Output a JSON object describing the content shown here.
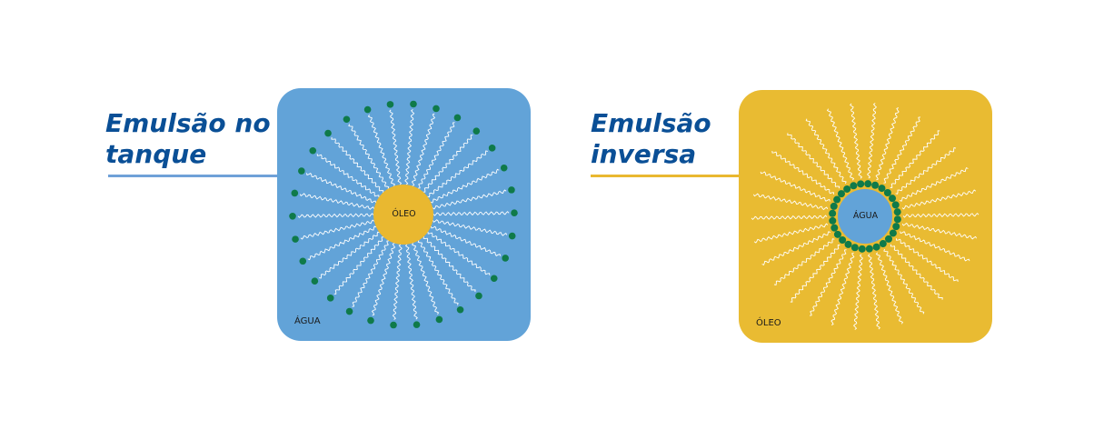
{
  "left": {
    "title_line1": "Emulsão no",
    "title_line2": "tanque",
    "center_label": "ÓLEO",
    "corner_label": "ÁGUA",
    "panel_color": "#62a3d8",
    "core_color": "#e9b830",
    "line_color": "#6fa1d8"
  },
  "right": {
    "title_line1": "Emulsão",
    "title_line2": "inversa",
    "center_label": "ÁGUA",
    "corner_label": "ÓLEO",
    "panel_color": "#e9bb32",
    "core_color": "#62a3d8",
    "line_color": "#e9b830"
  },
  "colors": {
    "title": "#0a4f96",
    "head_group": "#0f7a4a",
    "tail": "#ffffff"
  }
}
